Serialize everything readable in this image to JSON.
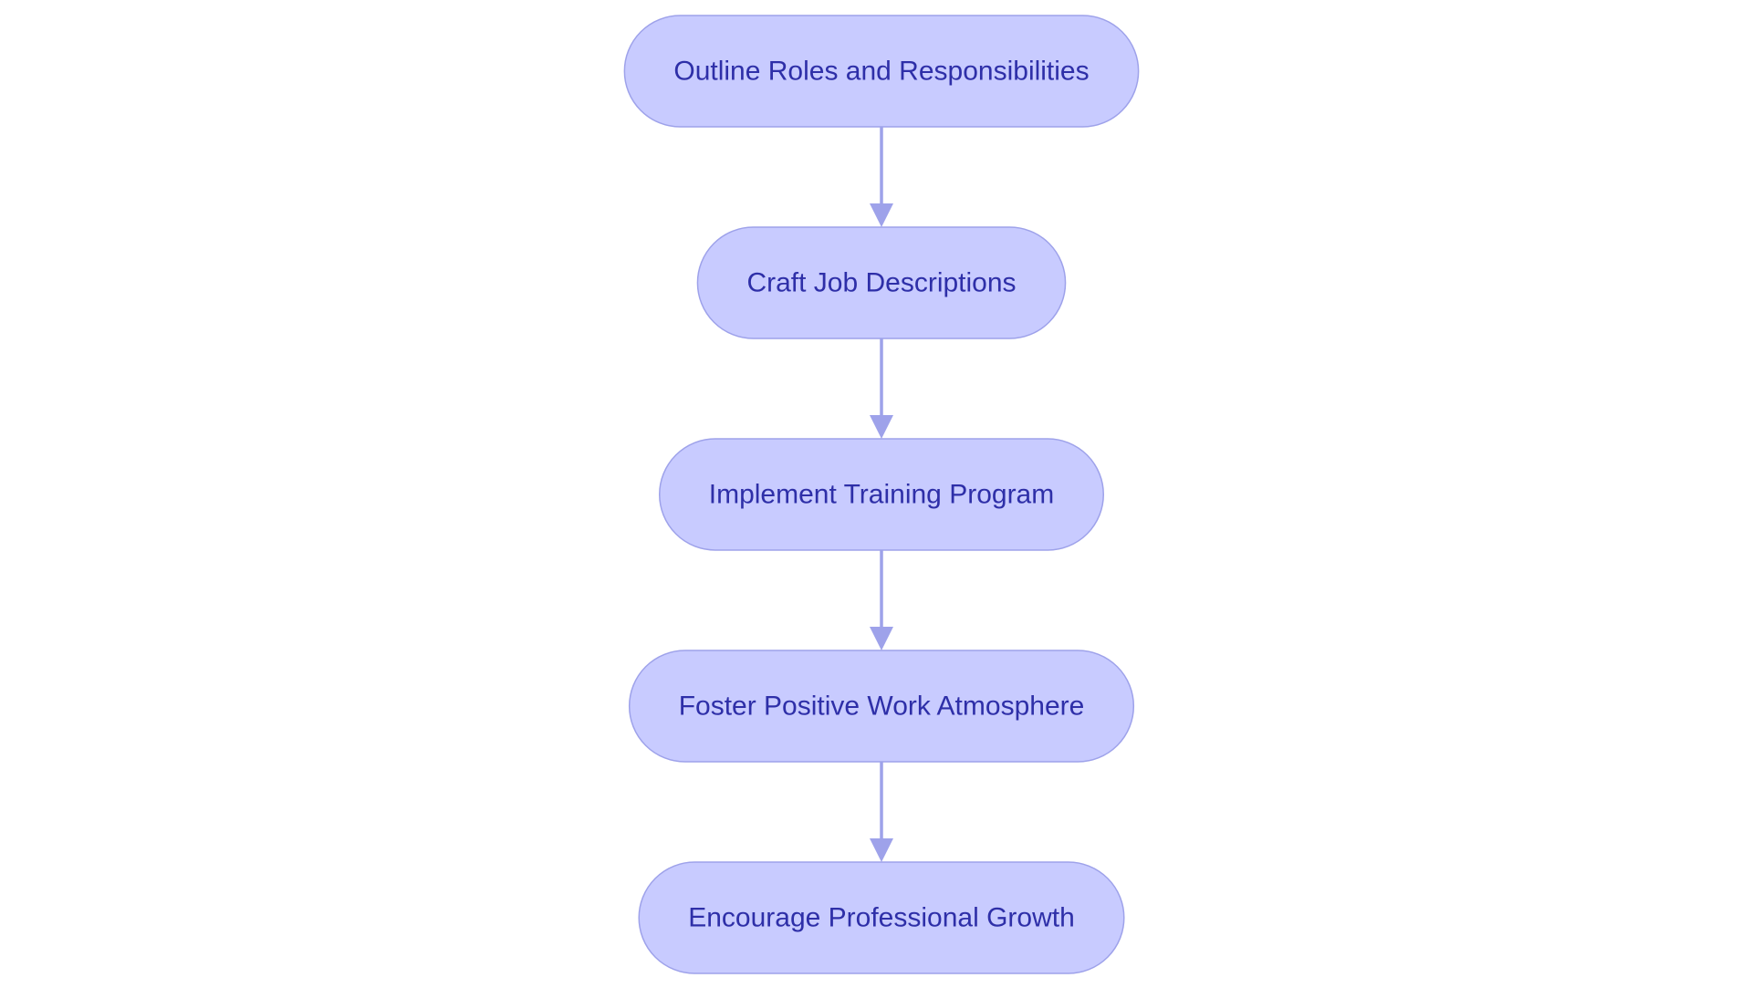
{
  "colors": {
    "node_fill": "#c8cbff",
    "node_stroke": "#9ea2ea",
    "node_text": "#2e2fa8",
    "edge": "#9ea2ea"
  },
  "diagram": {
    "type": "flowchart",
    "direction": "top-to-bottom",
    "nodes": [
      {
        "id": "n1",
        "label": "Outline Roles and Responsibilities"
      },
      {
        "id": "n2",
        "label": "Craft Job Descriptions"
      },
      {
        "id": "n3",
        "label": "Implement Training Program"
      },
      {
        "id": "n4",
        "label": "Foster Positive Work Atmosphere"
      },
      {
        "id": "n5",
        "label": "Encourage Professional Growth"
      }
    ],
    "edges": [
      {
        "from": "n1",
        "to": "n2"
      },
      {
        "from": "n2",
        "to": "n3"
      },
      {
        "from": "n3",
        "to": "n4"
      },
      {
        "from": "n4",
        "to": "n5"
      }
    ]
  }
}
